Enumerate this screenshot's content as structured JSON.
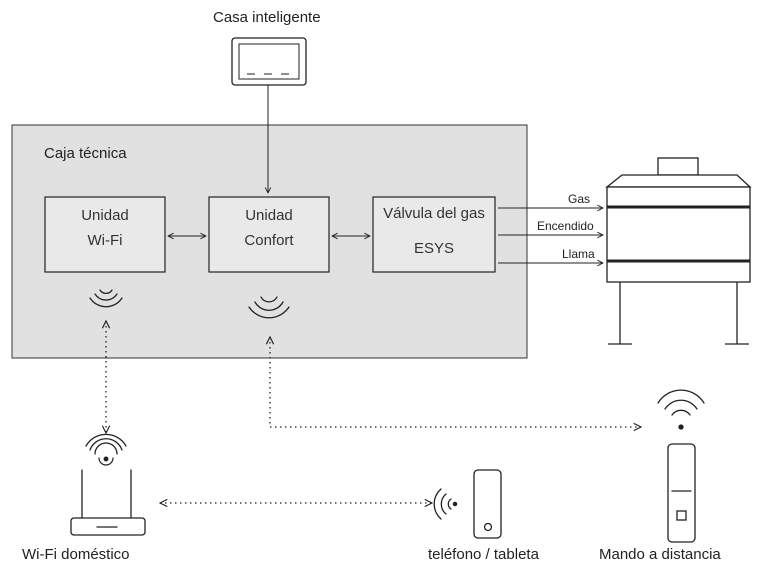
{
  "labels": {
    "smart_home": "Casa inteligente",
    "tech_box": "Caja técnica",
    "wifi_unit_line1": "Unidad",
    "wifi_unit_line2": "Wi-Fi",
    "comfort_unit_line1": "Unidad",
    "comfort_unit_line2": "Confort",
    "gas_valve_line1": "Válvula del gas",
    "gas_valve_line2": "ESYS",
    "signal_gas": "Gas",
    "signal_ignition": "Encendido",
    "signal_flame": "Llama",
    "home_wifi": "Wi-Fi doméstico",
    "phone_tablet": "teléfono / tableta",
    "remote": "Mando a distancia"
  },
  "colors": {
    "tech_box_fill": "#e1e1e1",
    "unit_fill": "#e9e9e9",
    "stroke": "#222222"
  },
  "icons": [
    "thermostat-icon",
    "wifi-signal-icon",
    "router-icon",
    "phone-icon",
    "remote-control-icon",
    "fireplace-icon"
  ]
}
